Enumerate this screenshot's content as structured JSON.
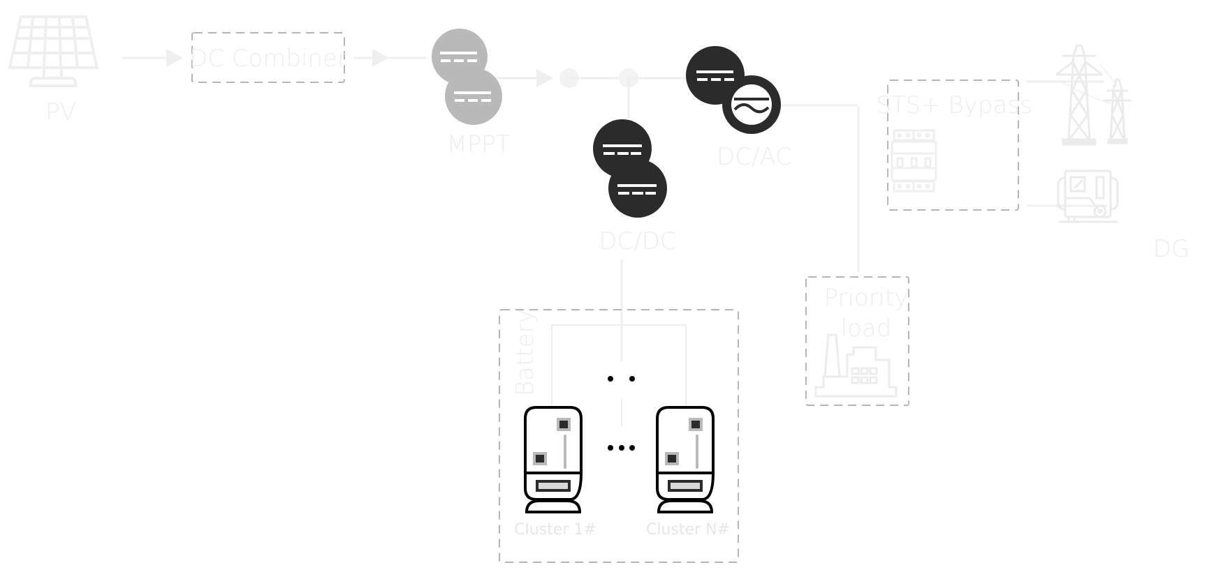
{
  "diagram": {
    "title": "Energy storage system topology",
    "nodes": {
      "pv": {
        "label": "PV",
        "icon": "solar-panel-icon"
      },
      "dc_combiner": {
        "label": "DC Combiner"
      },
      "mppt": {
        "label": "MPPT",
        "icon": "dc-dc-converter-icon",
        "state": "inactive"
      },
      "dcdc": {
        "label": "DC/DC",
        "icon": "dc-dc-converter-icon",
        "state": "active"
      },
      "dcac": {
        "label": "DC/AC",
        "icon": "dc-ac-inverter-icon",
        "state": "active"
      },
      "sts_bypass": {
        "label": "STS+ Bypass",
        "icon": "circuit-breaker-icon"
      },
      "grid": {
        "label": "",
        "icon": "transmission-tower-icon"
      },
      "dg": {
        "label": "DG",
        "icon": "diesel-generator-icon"
      },
      "priority_load": {
        "label_line1": "Priority",
        "label_line2": "load",
        "icon": "factory-icon"
      },
      "battery": {
        "label": "Battery",
        "ellipsis_top": "• •",
        "ellipsis_mid": "•••",
        "clusters": [
          {
            "label": "Cluster 1#",
            "icon": "battery-cabinet-icon"
          },
          {
            "label": "Cluster N#",
            "icon": "battery-cabinet-icon"
          }
        ]
      }
    },
    "colors": {
      "active": "#2b2b2b",
      "inactive": "#b9b9b9",
      "faded": "#efefef",
      "dashed_border": "#b5b5b5"
    }
  }
}
